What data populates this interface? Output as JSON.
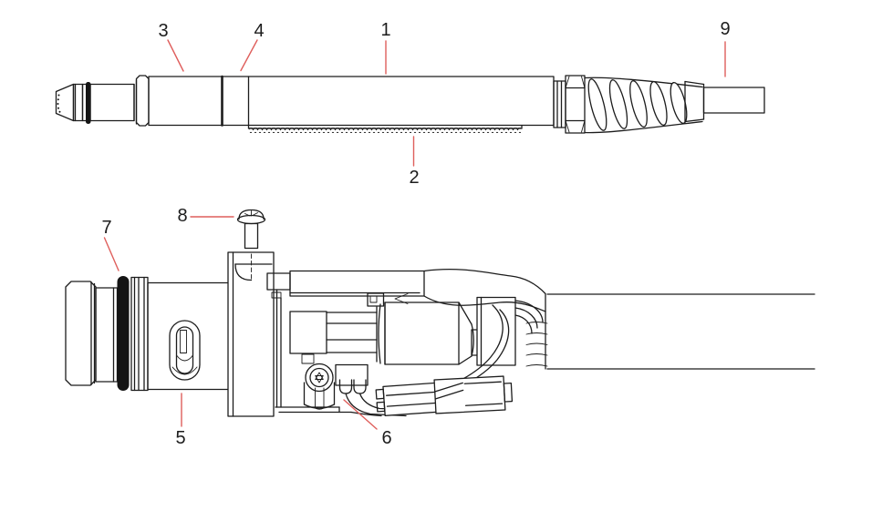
{
  "diagram": {
    "callouts": {
      "part1": "1",
      "part2": "2",
      "part3": "3",
      "part4": "4",
      "part5": "5",
      "part6": "6",
      "part7": "7",
      "part8": "8",
      "part9": "9"
    },
    "colors": {
      "line": "#1c1c1c",
      "leader": "#df5f5c",
      "background": "#ffffff",
      "o_ring_fill": "#141414"
    }
  }
}
